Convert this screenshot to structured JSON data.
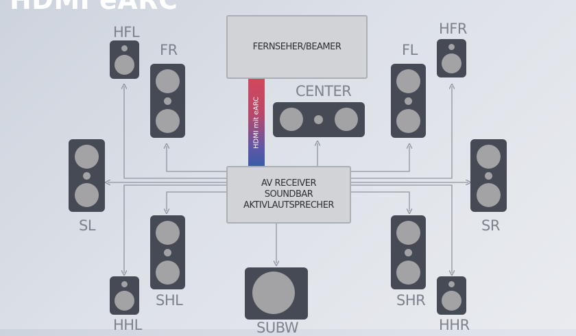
{
  "title": "HDMI eARC",
  "tv_label": "FERNSEHER/BEAMER",
  "center_label": "CENTER",
  "hdmi_label": "HDMI mit eARC",
  "receiver_lines": [
    "AV RECEIVER",
    "SOUNDBAR",
    "AKTIVLAUTSPRECHER"
  ],
  "speakers": {
    "hfl": "HFL",
    "fr": "FR",
    "fl": "FL",
    "hfr": "HFR",
    "sl": "SL",
    "sr": "SR",
    "shl": "SHL",
    "shr": "SHR",
    "hhl": "HHL",
    "hhr": "HHR",
    "subw": "SUBW"
  },
  "colors": {
    "speaker_body": "#454a55",
    "driver": "#a3a3a5",
    "line": "#8e949e",
    "hdmi_top": "#d2485c",
    "hdmi_bottom": "#3b5aa8"
  }
}
